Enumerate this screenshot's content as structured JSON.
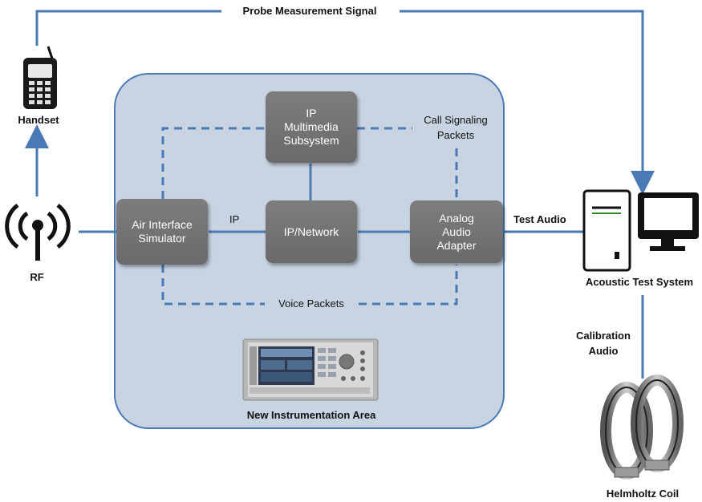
{
  "labels": {
    "probe_signal": "Probe Measurement Signal",
    "handset": "Handset",
    "rf": "RF",
    "call_signaling": "Call Signaling\nPackets",
    "ip": "IP",
    "test_audio": "Test Audio",
    "voice_packets": "Voice Packets",
    "new_instrumentation": "New Instrumentation Area",
    "acoustic_test_system": "Acoustic Test System",
    "calibration_audio": "Calibration\nAudio",
    "helmholtz_coil": "Helmholtz Coil"
  },
  "boxes": {
    "ims": "IP\nMultimedia\nSubsystem",
    "air_interface": "Air Interface\nSimulator",
    "ip_network": "IP/Network",
    "audio_adapter": "Analog\nAudio\nAdapter"
  },
  "colors": {
    "connector": "#4a7ab5",
    "area_fill": "#c9d4e3",
    "area_border": "#4a7ab5",
    "box_fill": "#747474"
  }
}
